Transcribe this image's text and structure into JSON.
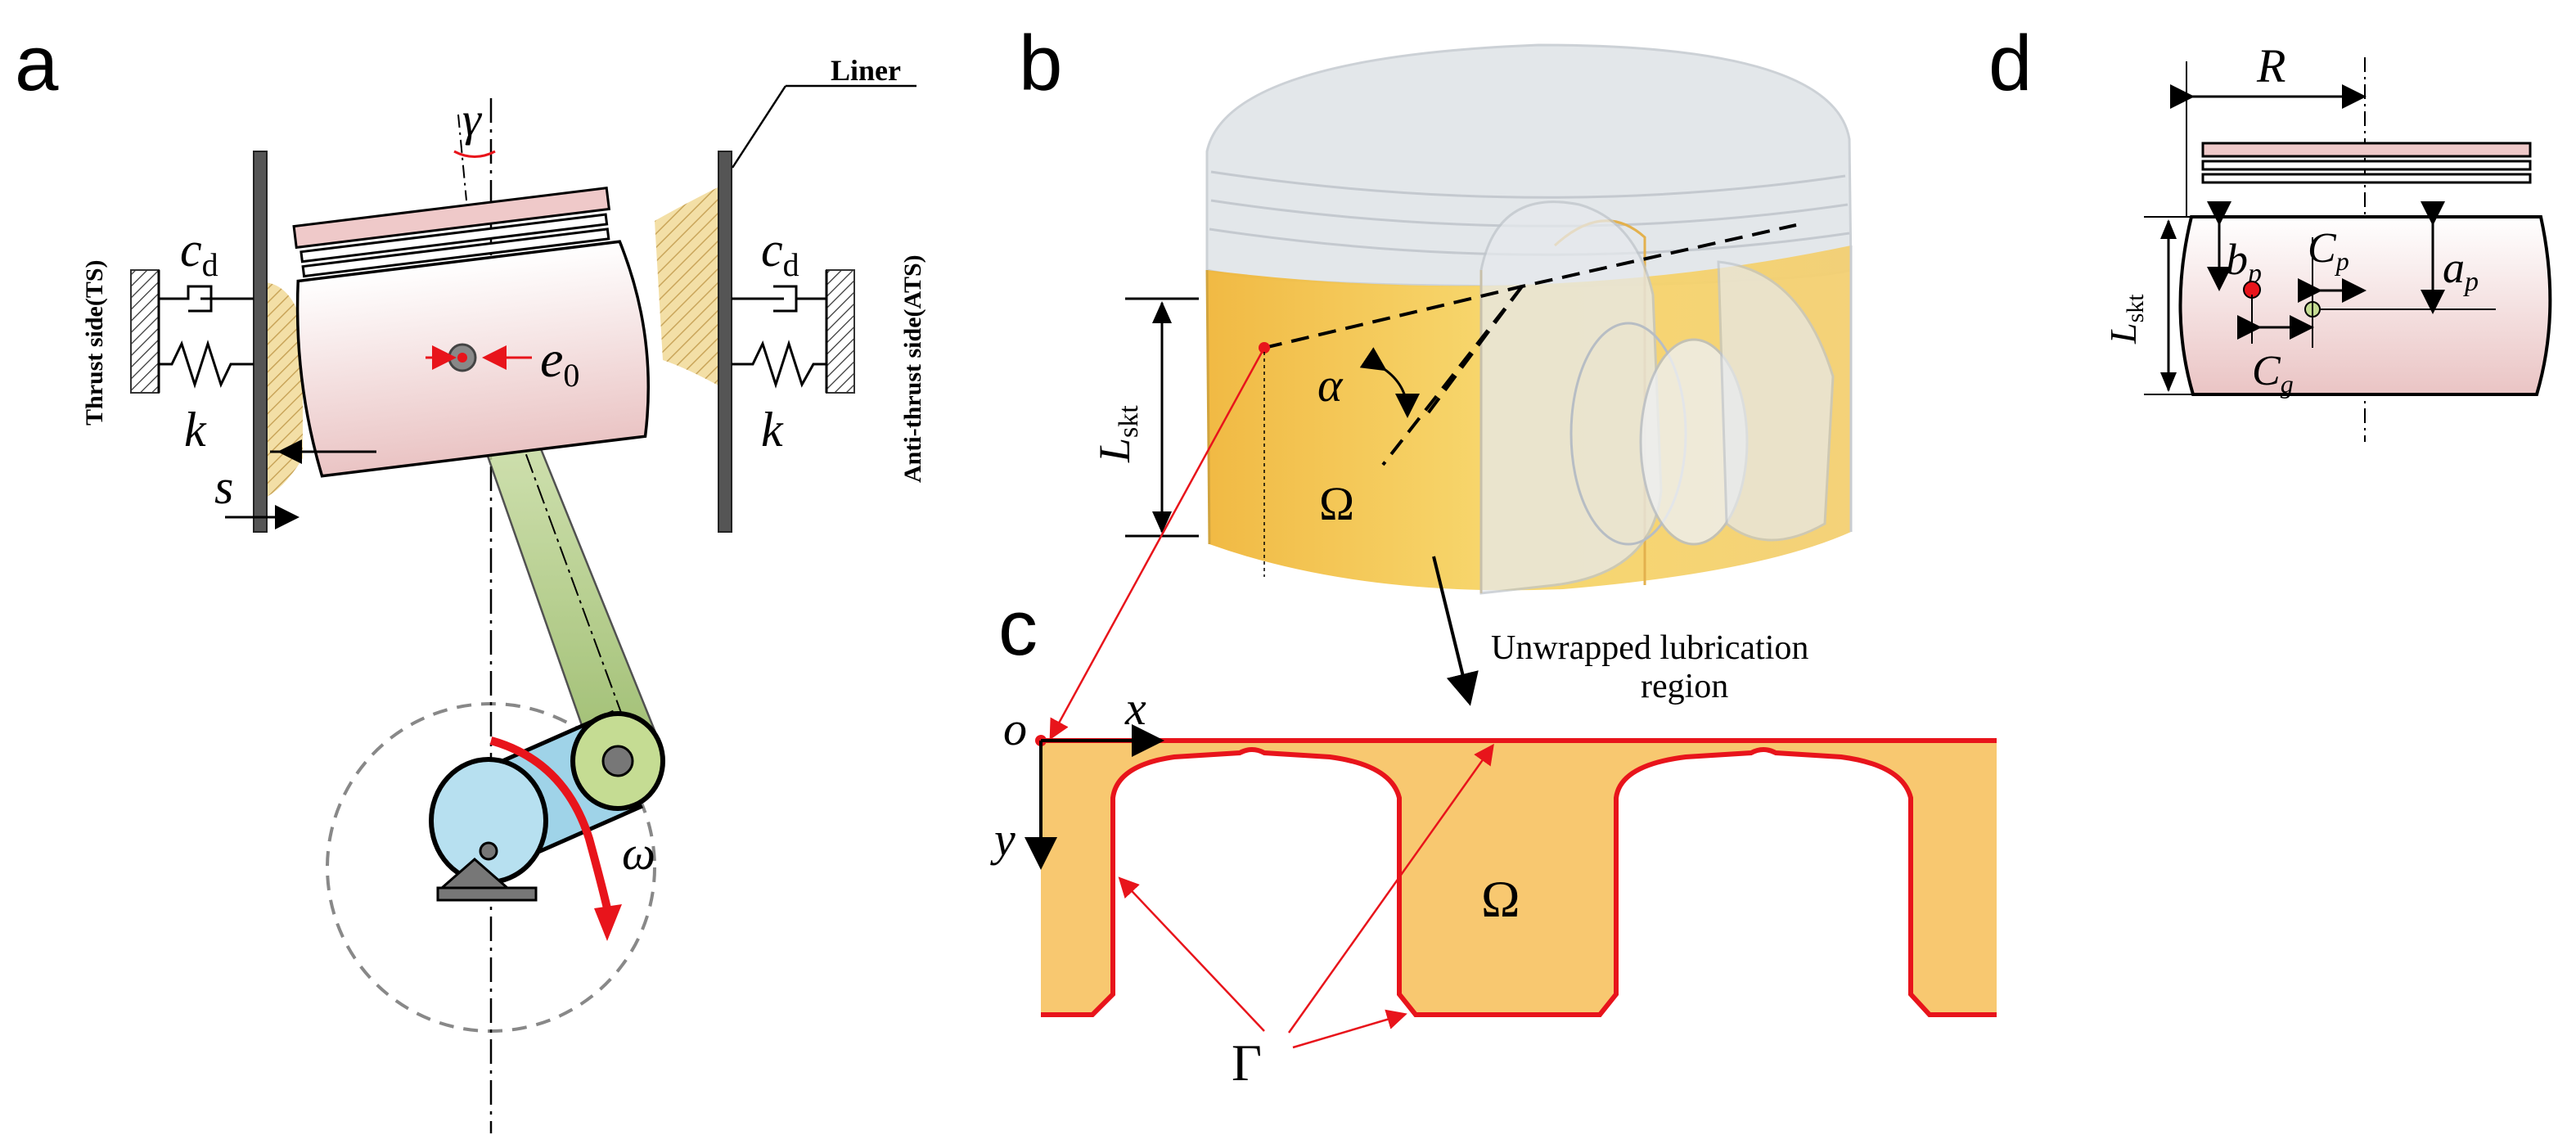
{
  "panels": {
    "a": {
      "letter": "a",
      "gamma": "γ",
      "liner": "Liner",
      "cd_main": "c",
      "cd_sub": "d",
      "k": "k",
      "e_main": "e",
      "e_sub": "0",
      "s": "s",
      "omega": "ω",
      "thrust_side": "Thrust side(TS)",
      "anti_thrust_side": "Anti-thrust side(ATS)"
    },
    "b": {
      "letter": "b",
      "L_main": "L",
      "L_sub": "skt",
      "alpha": "α",
      "omega_cap": "Ω"
    },
    "c": {
      "letter": "c",
      "unwrapped_line1": "Unwrapped lubrication",
      "unwrapped_line2": "region",
      "o": "o",
      "x": "x",
      "y": "y",
      "omega_cap": "Ω",
      "gamma_cap": "Γ"
    },
    "d": {
      "letter": "d",
      "R": "R",
      "L_main": "L",
      "L_sub": "skt",
      "b_main": "b",
      "b_sub": "p",
      "C_main": "C",
      "Cp_sub": "p",
      "Cg_sub": "g",
      "a_main": "a",
      "a_sub": "p"
    }
  },
  "colors": {
    "piston_pink": "#f3d9d9",
    "skirt_yellow": "#f5c24e",
    "lubrication_orange": "#f8c870",
    "boundary_red": "#e8141b",
    "crank_blue": "#9fd3e8",
    "rod_green": "#9fc06a",
    "liner_gray": "#555555"
  }
}
